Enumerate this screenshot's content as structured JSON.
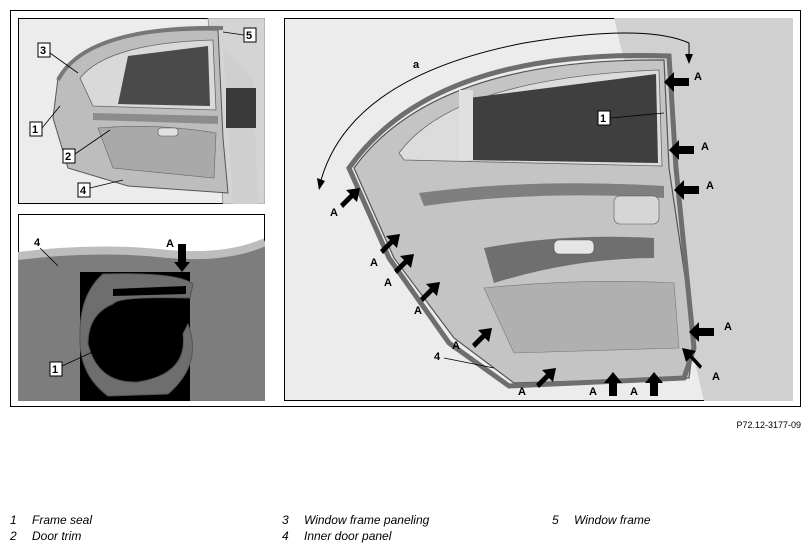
{
  "diagram": {
    "callouts": {
      "frame_seal": "1",
      "door_trim": "2",
      "window_frame_paneling": "3",
      "inner_door_panel": "4",
      "window_frame": "5",
      "arrow": "A",
      "arc": "a"
    },
    "reference_code": "P72.12-3177-09"
  },
  "legend": [
    {
      "num": "1",
      "text": "Frame seal"
    },
    {
      "num": "2",
      "text": "Door trim"
    },
    {
      "num": "3",
      "text": "Window frame paneling"
    },
    {
      "num": "4",
      "text": "Inner door panel"
    },
    {
      "num": "5",
      "text": "Window frame"
    }
  ],
  "colors": {
    "panel_bg": "#e3e3e3",
    "frame": "#c9c9c9",
    "seal_dark": "#6e6e6e",
    "glass": "#3a3a3a"
  }
}
